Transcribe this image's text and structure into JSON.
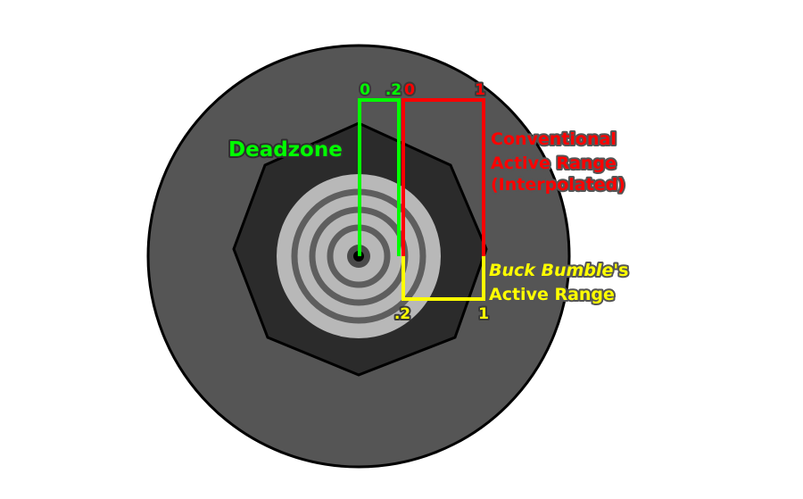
{
  "colors": {
    "background": "#ffffff",
    "outer_disc": "#555555",
    "outline": "#000000",
    "hexagon": "#2b2b2b",
    "stick_base": "#b8b8b8",
    "rings": "#5e5e5e",
    "deadzone": "#00ff00",
    "conventional": "#ff0000",
    "buck_bumble": "#ffff00",
    "label_shadow": "#555555"
  },
  "labels": {
    "green_zero": "0",
    "green_point_two": ".2",
    "red_zero": "0",
    "red_one": "1",
    "deadzone": "Deadzone",
    "conventional_line1": "Conventional",
    "conventional_line2": "Active Range",
    "conventional_line3": "(Interpolated)",
    "buck_title": "Buck Bumble",
    "buck_suffix": "'s",
    "buck_line2": "Active Range",
    "yellow_point_two": ".2",
    "yellow_one": "1"
  }
}
